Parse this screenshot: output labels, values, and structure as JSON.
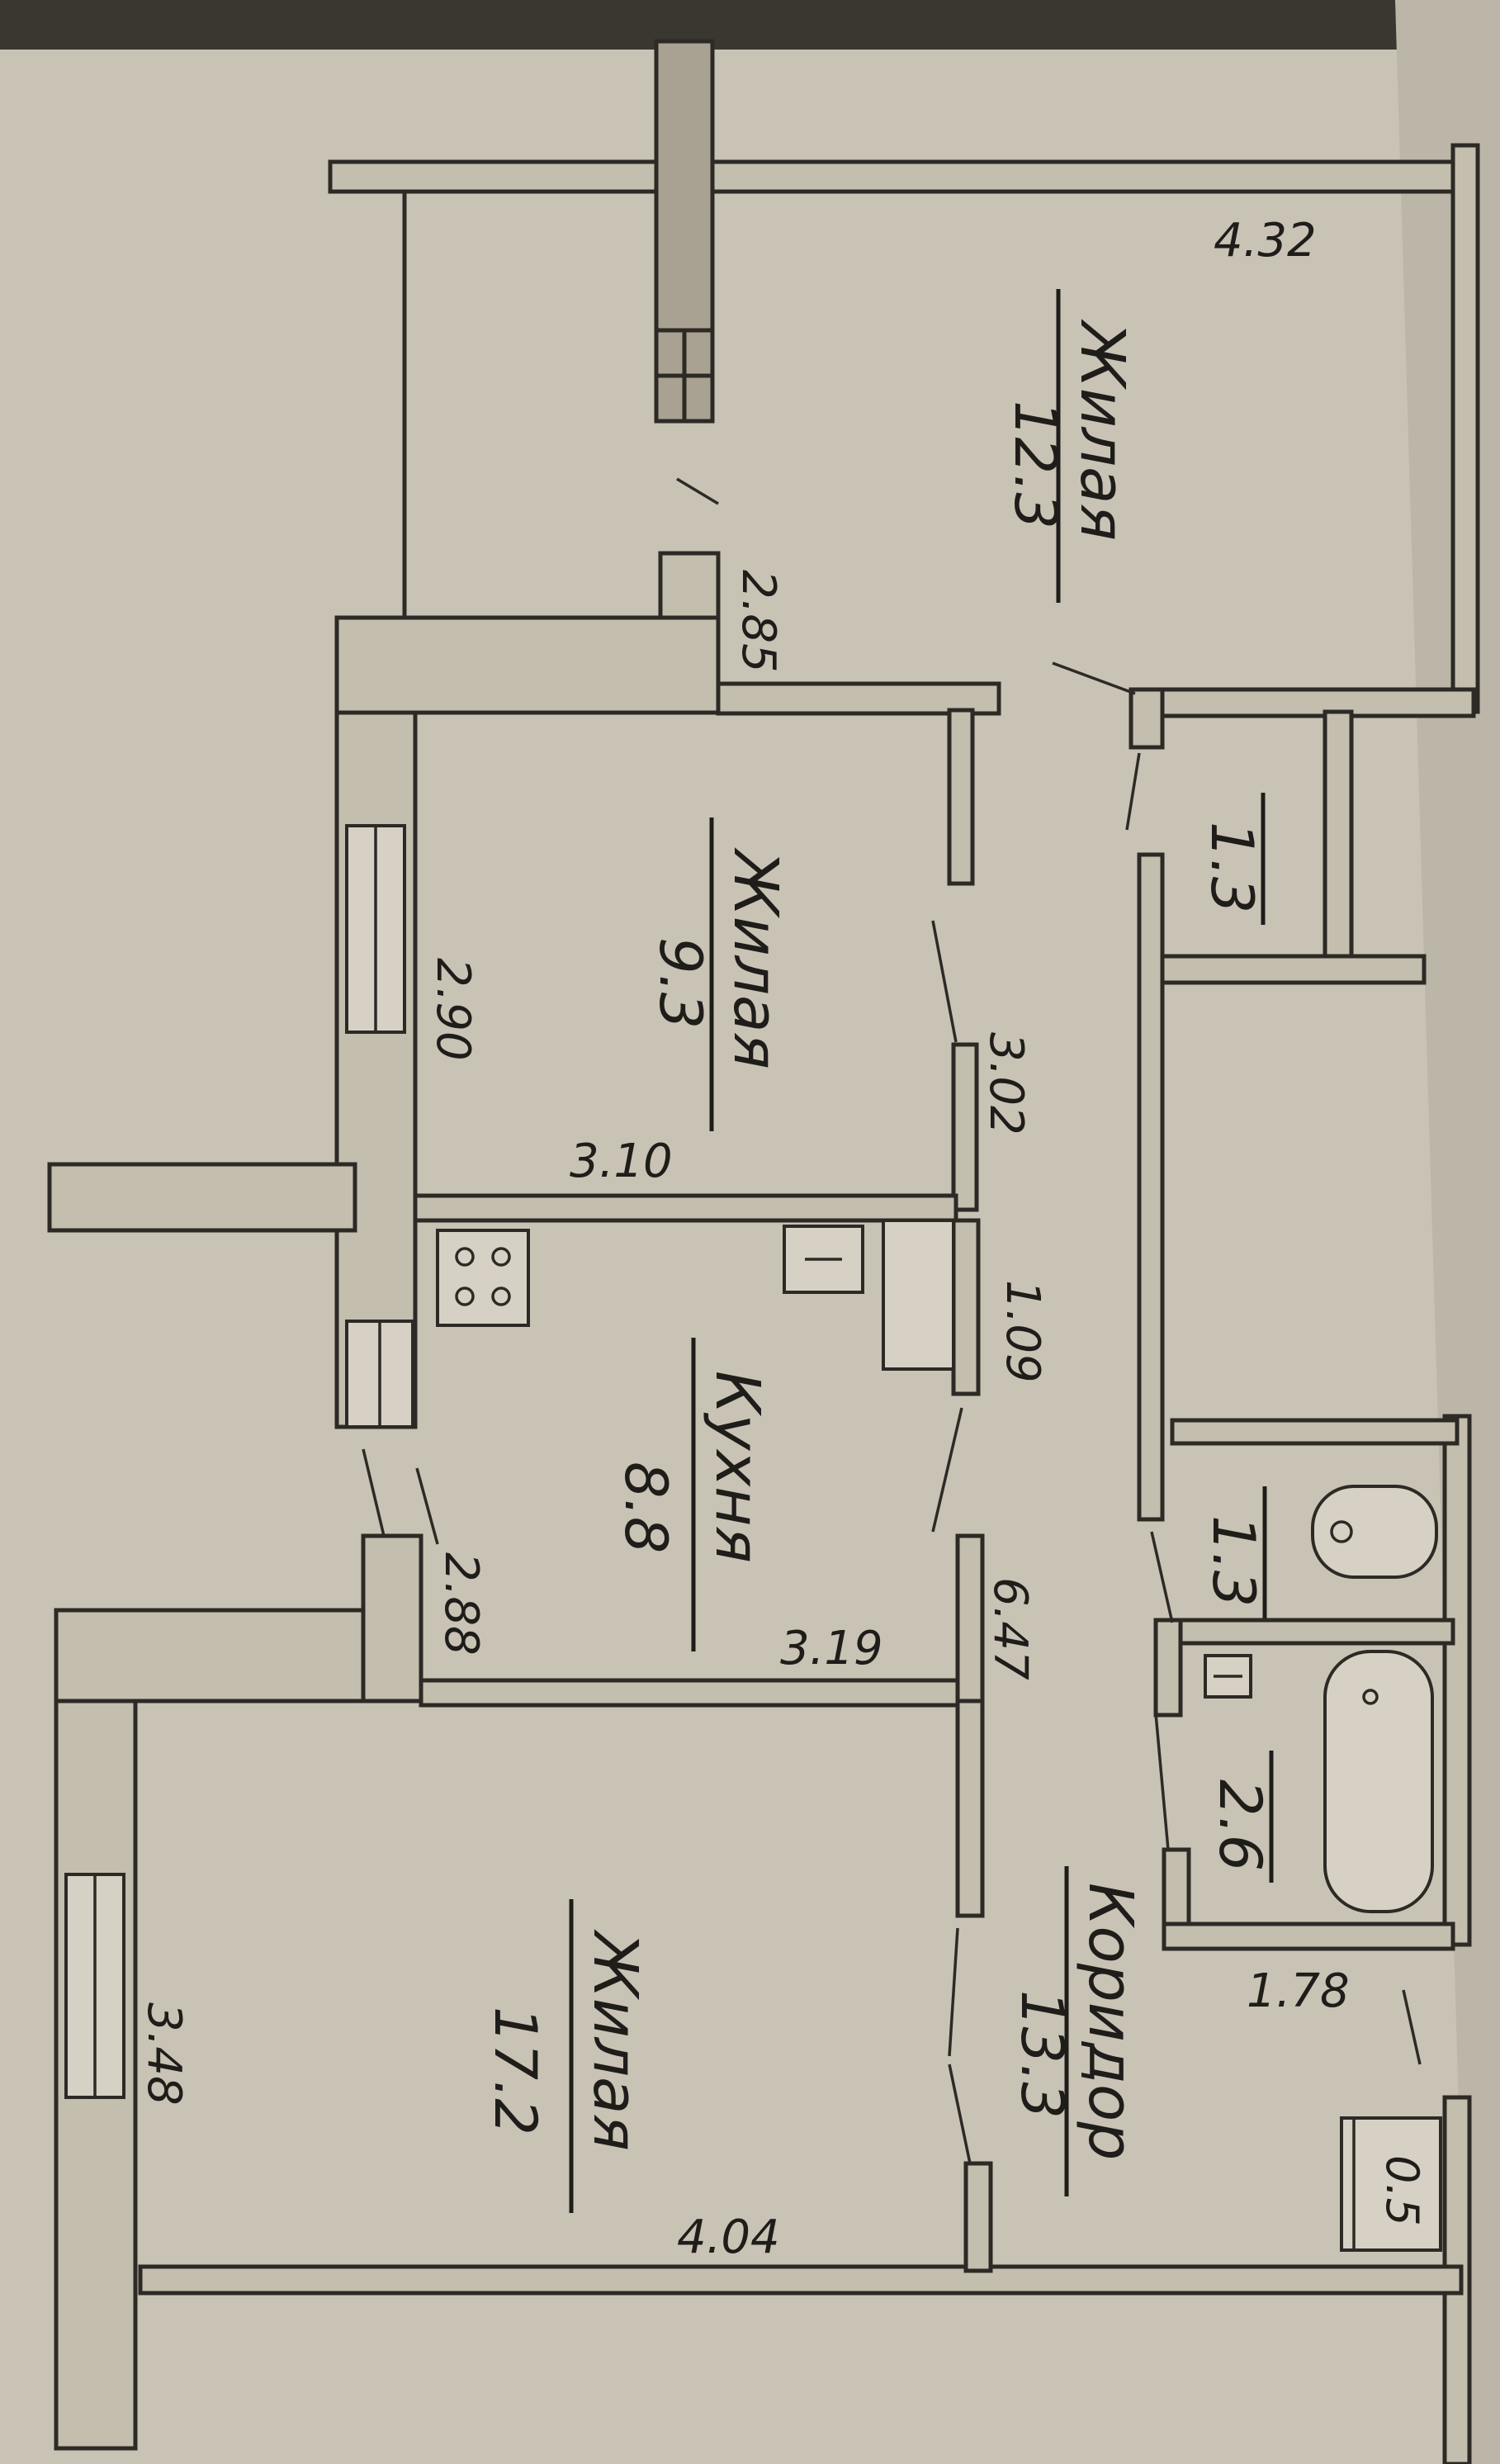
{
  "rooms": {
    "bedroom_top": {
      "name": "Жилая",
      "area": "12.3"
    },
    "bedroom_mid": {
      "name": "Жилая",
      "area": "9.3"
    },
    "kitchen": {
      "name": "Кухня",
      "area": "8.8"
    },
    "living": {
      "name": "Жилая",
      "area": "17.2"
    },
    "corridor": {
      "name": "Коридор",
      "area": "13.3"
    },
    "wc": {
      "area": "1.3"
    },
    "closet": {
      "area": "1.3"
    },
    "bathroom": {
      "area": "2.6"
    },
    "niche": {
      "area": "0.5"
    }
  },
  "dimensions": {
    "d_432": "4.32",
    "d_285": "2.85",
    "d_290": "2.90",
    "d_302": "3.02",
    "d_310": "3.10",
    "d_109": "1.09",
    "d_288": "2.88",
    "d_319": "3.19",
    "d_647": "6.47",
    "d_348": "3.48",
    "d_404": "4.04",
    "d_178": "1.78"
  },
  "colors": {
    "paper": "#c9c3b5",
    "ink": "#2d2a26"
  }
}
